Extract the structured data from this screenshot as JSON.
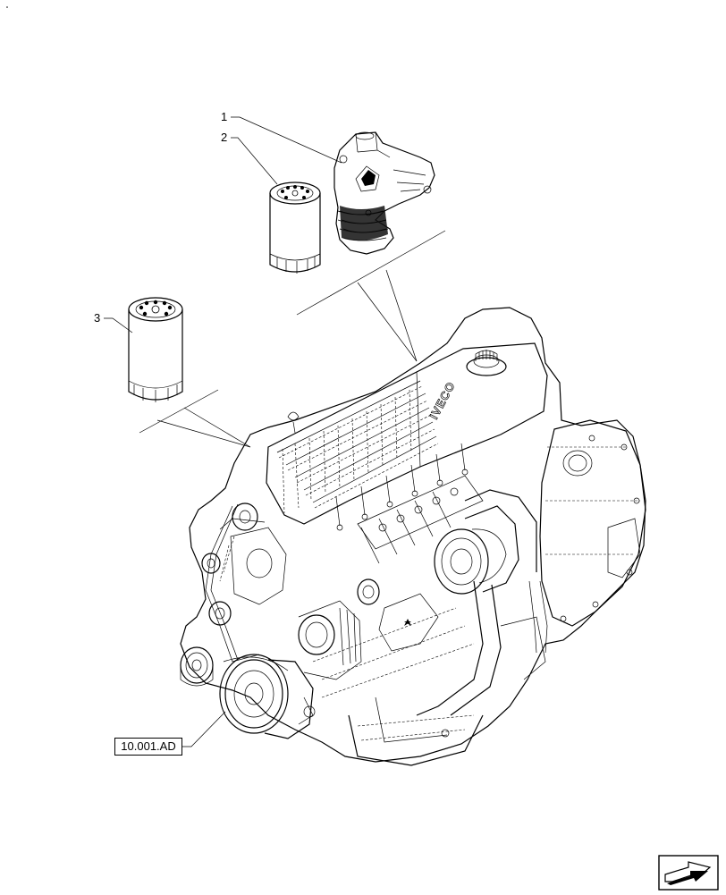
{
  "callouts": [
    {
      "number": "1",
      "part": "fuel-filter-housing"
    },
    {
      "number": "2",
      "part": "fuel-filter-cartridge"
    },
    {
      "number": "3",
      "part": "oil-filter-cartridge"
    }
  ],
  "reference_label": "10.001.AD",
  "engine_brand_text": "IVECO",
  "nav_icon": "next-page-arrow-icon"
}
